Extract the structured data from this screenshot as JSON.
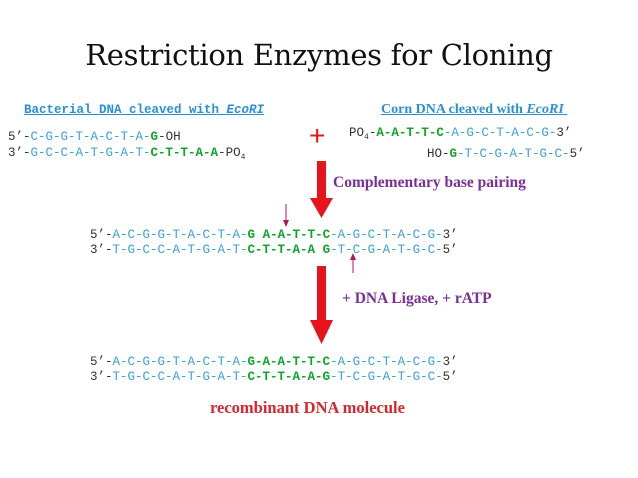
{
  "slide": {
    "title": "Restriction Enzymes for Cloning",
    "left_header": {
      "prefix": "Bacterial DNA cleaved with ",
      "enzyme": "EcoRI"
    },
    "right_header": {
      "prefix": "Corn DNA cleaved with ",
      "enzyme": "EcoRI"
    },
    "plus_sign": "+",
    "bacterial": {
      "top": {
        "p5": "5’-",
        "seq": "C-G-G-T-A-C-T-A-",
        "sticky": "G",
        "end": "-OH"
      },
      "bottom": {
        "p3": "3’-",
        "seq": "G-C-C-A-T-G-A-T-",
        "sticky": "C-T-T-A-A",
        "end": "-PO",
        "sub": "4"
      }
    },
    "corn": {
      "top": {
        "start": "PO",
        "sub": "4",
        "dash": "-",
        "sticky": "A-A-T-T-C",
        "seq": "-A-G-C-T-A-C-G-",
        "p3": "3’"
      },
      "bottom": {
        "start": "HO-",
        "sticky": "G",
        "seq": "-T-C-G-A-T-G-C-",
        "p5": "5’"
      }
    },
    "step1_label": "Complementary base pairing",
    "paired": {
      "top": {
        "p5": "5’-",
        "seq1": "A-C-G-G-T-A-C-T-A-",
        "g": "G",
        "gap": " ",
        "sticky": "A-A-T-T-C",
        "seq2": "-A-G-C-T-A-C-G-",
        "p3": "3’"
      },
      "bottom": {
        "p3": "3’-",
        "seq1": "T-G-C-C-A-T-G-A-T-",
        "sticky": "C-T-T-A-A",
        "gap": " ",
        "g": "G",
        "seq2": "-T-C-G-A-T-G-C-",
        "p5": "5’"
      }
    },
    "step2_label": "+ DNA Ligase, + rATP",
    "ligated": {
      "top": {
        "p5": "5’-",
        "seq1": "A-C-G-G-T-A-C-T-A-",
        "sticky": "G-A-A-T-T-C",
        "seq2": "-A-G-C-T-A-C-G-",
        "p3": "3’"
      },
      "bottom": {
        "p3": "3’-",
        "seq1": "T-G-C-C-A-T-G-A-T-",
        "sticky": "C-T-T-A-A-G",
        "seq2": "-T-C-G-A-T-G-C-",
        "p5": "5’"
      }
    },
    "result_label": "recombinant DNA molecule",
    "colors": {
      "title": "#111111",
      "sequence": "#3aa0d8",
      "sticky_end": "#0fa52a",
      "header": "#2b8fd6",
      "arrow": "#e8141c",
      "nick_arrow": "#b0175a",
      "step_label": "#7a2e9c",
      "result_label": "#d9262c"
    }
  }
}
